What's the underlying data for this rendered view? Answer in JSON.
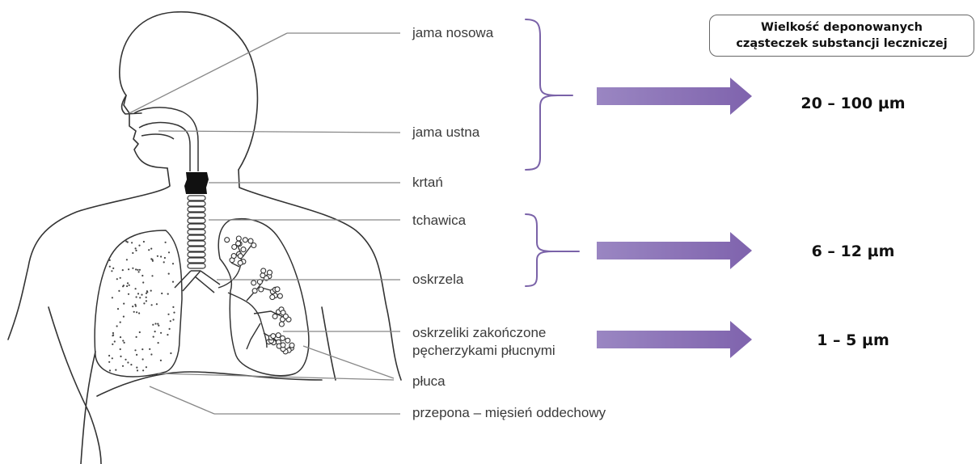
{
  "header": {
    "line1": "Wielkość deponowanych",
    "line2": "cząsteczek substancji leczniczej"
  },
  "labels": {
    "nasal_cavity": "jama nosowa",
    "oral_cavity": "jama ustna",
    "larynx": "krtań",
    "trachea": "tchawica",
    "bronchi": "oskrzela",
    "bronchioles_line1": "oskrzeliki zakończone",
    "bronchioles_line2": "pęcherzykami płucnymi",
    "lungs": "płuca",
    "diaphragm": "przepona – mięsień oddechowy"
  },
  "particle_sizes": {
    "upper": "20 – 100 µm",
    "middle": "6 – 12 µm",
    "lower": "1 – 5 µm"
  },
  "colors": {
    "arrow": "#8b72b4",
    "bracket": "#7a62a8",
    "outline": "#333333",
    "leader": "#888888"
  }
}
